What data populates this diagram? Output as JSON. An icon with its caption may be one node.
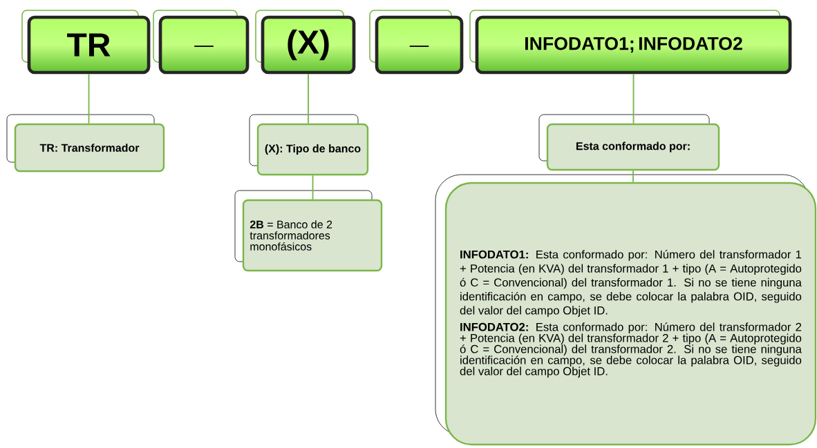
{
  "diagram": {
    "nodes": [
      {
        "text": [
          "TR"
        ]
      },
      {
        "text": [
          "_"
        ]
      },
      {
        "text": [
          "(X)"
        ]
      },
      {
        "text": [
          "_"
        ]
      },
      {
        "text": [
          "INFODATO1; INFODATO2"
        ]
      },
      {
        "text": [
          "TR: Transformador"
        ]
      },
      {
        "text": [
          "(X): Tipo de banco"
        ]
      },
      {
        "text": [
          "**2B** = Banco de 2 transformadores monofásicos"
        ]
      },
      {
        "text": [
          "Esta conformado por:"
        ]
      },
      {
        "text": [
          "**INFODATO1:** Esta conformado por: Número del transformador 1 + Potencia (en KVA) del transformador 1 + tipo (A = Autoprotegido ó C = Convencional) del transformador 1. Si no se tiene ninguna identificación en campo, se debe colocar la palabra OID, seguido del valor del campo Objet ID.",
          "**INFODATO2:** Esta conformado por: Número del transformador 2 + Potencia (en KVA) del transformador 2 + tipo (A = Autoprotegido ó C = Convencional) del transformador 2. Si no se tiene ninguna identificación en campo, se debe colocar la palabra OID, seguido del valor del campo Objet ID."
        ]
      }
    ],
    "edges": [
      {
        "from": 0,
        "to": 5,
        "arrow": "none"
      },
      {
        "from": 2,
        "to": 6,
        "arrow": "none"
      },
      {
        "from": 6,
        "to": 7,
        "arrow": "none"
      },
      {
        "from": 4,
        "to": 8,
        "arrow": "none"
      },
      {
        "from": 8,
        "to": 9,
        "arrow": "none"
      }
    ]
  }
}
